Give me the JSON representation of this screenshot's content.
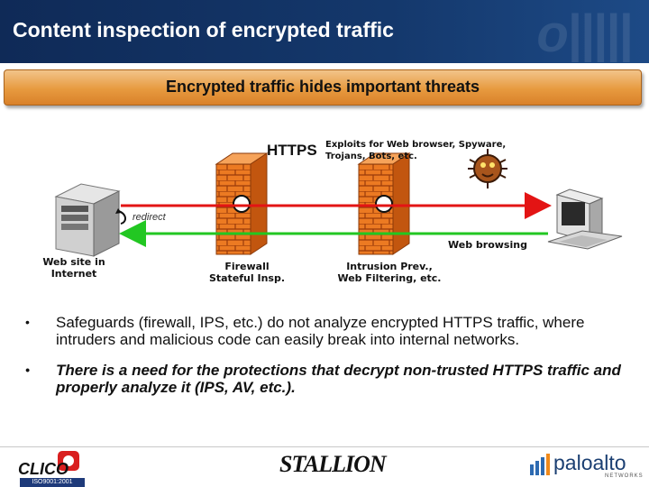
{
  "header": {
    "title": "Content inspection of encrypted traffic"
  },
  "banner": {
    "text": "Encrypted traffic hides important threats"
  },
  "diagram": {
    "https_label": "HTTPS",
    "exploits_line1": "Exploits for Web browser, Spyware,",
    "exploits_line2": "Trojans, Bots, etc.",
    "redirect_label": "redirect",
    "web_browsing_label": "Web browsing",
    "server_label_line1": "Web site in",
    "server_label_line2": "Internet",
    "firewall_label_line1": "Firewall",
    "firewall_label_line2": "Stateful Insp.",
    "ips_label_line1": "Intrusion Prev.,",
    "ips_label_line2": "Web Filtering, etc.",
    "colors": {
      "threat_arrow": "#e31414",
      "browse_arrow": "#22c722",
      "firewall": "#e8731a"
    }
  },
  "bullets": [
    {
      "marker": "•",
      "text": "Safeguards (firewall, IPS, etc.) do not analyze encrypted HTTPS traffic, where intruders and malicious code can easily break into internal networks."
    },
    {
      "marker": "•",
      "text": "There is a need for the protections that decrypt non-trusted HTTPS traffic and properly analyze it (IPS, AV, etc.)."
    }
  ],
  "footer": {
    "logo_left_text": "CLICO",
    "iso_text": "ISO9001:2001",
    "logo_center_text": "STALLION",
    "logo_right_text": "paloalto",
    "logo_right_sub": "NETWORKS"
  }
}
